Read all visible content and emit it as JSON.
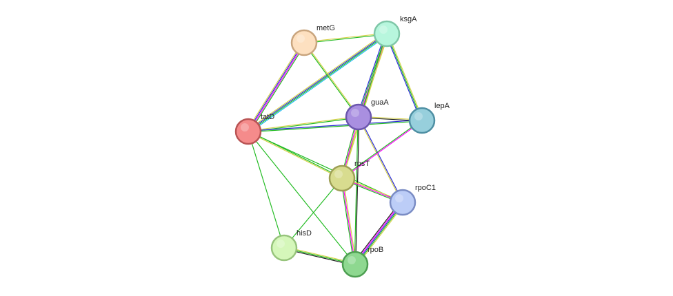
{
  "nodes": [
    {
      "id": "metG",
      "label": "metG",
      "fill": "#fde0c0",
      "stroke": "#c9a57e"
    },
    {
      "id": "ksgA",
      "label": "ksgA",
      "fill": "#b7f6dd",
      "stroke": "#7fc7a8"
    },
    {
      "id": "guaA",
      "label": "guaA",
      "fill": "#a98fe0",
      "stroke": "#6b56ad"
    },
    {
      "id": "lepA",
      "label": "lepA",
      "fill": "#97cfdc",
      "stroke": "#4e8fa3"
    },
    {
      "id": "tatD",
      "label": "tatD",
      "fill": "#f58b8b",
      "stroke": "#b95454"
    },
    {
      "id": "rpsT",
      "label": "rpsT",
      "fill": "#d8dc8f",
      "stroke": "#9d9f54"
    },
    {
      "id": "rpoC1",
      "label": "rpoC1",
      "fill": "#bccdf7",
      "stroke": "#7a8cc4"
    },
    {
      "id": "hisD",
      "label": "hisD",
      "fill": "#d5f7ba",
      "stroke": "#97c47c"
    },
    {
      "id": "rpoB",
      "label": "rpoB",
      "fill": "#8ed890",
      "stroke": "#4d9e51"
    }
  ],
  "edges": [
    {
      "source": "tatD",
      "target": "metG",
      "colors": [
        "#d5d24a",
        "#2b2bd6",
        "#ff00ff",
        "#22bb22"
      ]
    },
    {
      "source": "tatD",
      "target": "ksgA",
      "colors": [
        "#d5d24a",
        "#2b2bd6",
        "#22bb22",
        "#22bbee"
      ]
    },
    {
      "source": "tatD",
      "target": "guaA",
      "colors": [
        "#d5d24a",
        "#22bb22"
      ]
    },
    {
      "source": "tatD",
      "target": "lepA",
      "colors": [
        "#2b2bd6",
        "#22bb22"
      ]
    },
    {
      "source": "tatD",
      "target": "rpsT",
      "colors": [
        "#22bb22",
        "#d5d24a"
      ]
    },
    {
      "source": "tatD",
      "target": "rpoC1",
      "colors": [
        "#22bb22"
      ]
    },
    {
      "source": "tatD",
      "target": "hisD",
      "colors": [
        "#22bb22"
      ]
    },
    {
      "source": "tatD",
      "target": "rpoB",
      "colors": [
        "#22bb22"
      ]
    },
    {
      "source": "metG",
      "target": "ksgA",
      "colors": [
        "#d5d24a",
        "#22bb22"
      ]
    },
    {
      "source": "metG",
      "target": "guaA",
      "colors": [
        "#d5d24a",
        "#22bb22"
      ]
    },
    {
      "source": "ksgA",
      "target": "guaA",
      "colors": [
        "#d5d24a",
        "#ff00ff",
        "#22bb22",
        "#2b2bd6"
      ]
    },
    {
      "source": "ksgA",
      "target": "lepA",
      "colors": [
        "#d5d24a",
        "#22bb22",
        "#2b2bd6"
      ]
    },
    {
      "source": "ksgA",
      "target": "rpsT",
      "colors": [
        "#d5d24a",
        "#22bb22"
      ]
    },
    {
      "source": "guaA",
      "target": "lepA",
      "colors": [
        "#d5d24a",
        "#222222"
      ]
    },
    {
      "source": "guaA",
      "target": "rpsT",
      "colors": [
        "#d5d24a",
        "#ff00ff",
        "#22bb22"
      ]
    },
    {
      "source": "guaA",
      "target": "rpoC1",
      "colors": [
        "#2b2bd6",
        "#d5d24a"
      ]
    },
    {
      "source": "guaA",
      "target": "rpoB",
      "colors": [
        "#222222",
        "#22bb22"
      ]
    },
    {
      "source": "lepA",
      "target": "rpsT",
      "colors": [
        "#ff00ff",
        "#22bb22"
      ]
    },
    {
      "source": "rpsT",
      "target": "rpoC1",
      "colors": [
        "#d5d24a",
        "#ff00ff",
        "#22bb22"
      ]
    },
    {
      "source": "rpsT",
      "target": "rpoB",
      "colors": [
        "#d5d24a",
        "#ff00ff",
        "#22bb22"
      ]
    },
    {
      "source": "rpsT",
      "target": "hisD",
      "colors": [
        "#22bb22"
      ]
    },
    {
      "source": "rpoC1",
      "target": "rpoB",
      "colors": [
        "#d5d24a",
        "#22bb22",
        "#2b2bd6",
        "#ff00ff",
        "#222222"
      ]
    },
    {
      "source": "hisD",
      "target": "rpoB",
      "colors": [
        "#d5d24a",
        "#22bb22",
        "#222222"
      ]
    }
  ]
}
